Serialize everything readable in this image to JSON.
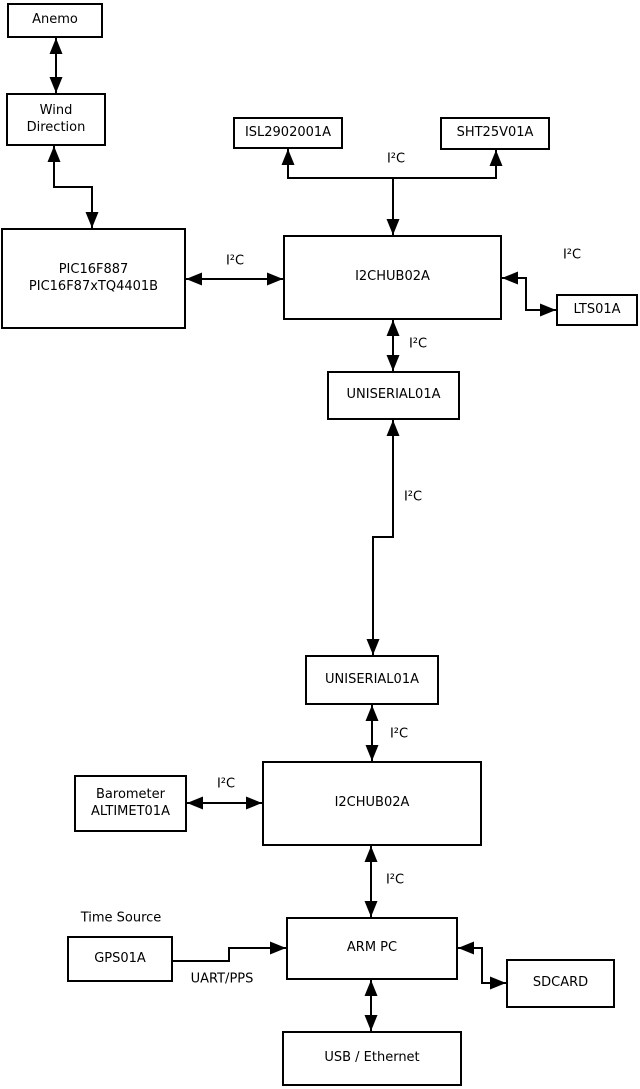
{
  "diagram": {
    "nodes": {
      "anemo": {
        "label": "Anemo"
      },
      "wind_direction": {
        "line1": "Wind",
        "line2": "Direction"
      },
      "pic": {
        "line1": "PIC16F887",
        "line2": "PIC16F87xTQ4401B"
      },
      "isl": {
        "label": "ISL2902001A"
      },
      "sht": {
        "label": "SHT25V01A"
      },
      "i2chub_top": {
        "label": "I2CHUB02A"
      },
      "lts": {
        "label": "LTS01A"
      },
      "uniserial_top": {
        "label": "UNISERIAL01A"
      },
      "uniserial_bottom": {
        "label": "UNISERIAL01A"
      },
      "barometer": {
        "line1": "Barometer",
        "line2": "ALTIMET01A"
      },
      "i2chub_bottom": {
        "label": "I2CHUB02A"
      },
      "gps": {
        "label": "GPS01A"
      },
      "arm_pc": {
        "label": "ARM PC"
      },
      "sdcard": {
        "label": "SDCARD"
      },
      "usb_ethernet": {
        "label": "USB / Ethernet"
      }
    },
    "annotations": {
      "time_source": "Time Source",
      "uart_pps": "UART/PPS"
    },
    "edge_labels": {
      "pic_hub": "I²C",
      "sensor_bus": "I²C",
      "hub_lts": "I²C",
      "hub_uniserial": "I²C",
      "uniserial_link": "I²C",
      "uniserial_hub2": "I²C",
      "barometer_hub2": "I²C",
      "hub2_armpc": "I²C"
    },
    "edges": [
      {
        "from": "Anemo",
        "to": "Wind Direction",
        "arrows": "both",
        "label": ""
      },
      {
        "from": "Wind Direction",
        "to": "PIC16F887 PIC16F87xTQ4401B",
        "arrows": "both",
        "label": ""
      },
      {
        "from": "PIC16F887 PIC16F87xTQ4401B",
        "to": "I2CHUB02A (top)",
        "arrows": "both",
        "label": "I²C"
      },
      {
        "from": "I2CHUB02A (top)",
        "to": "ISL2902001A / SHT25V01A",
        "arrows": "both",
        "label": "I²C"
      },
      {
        "from": "I2CHUB02A (top)",
        "to": "LTS01A",
        "arrows": "both",
        "label": "I²C"
      },
      {
        "from": "I2CHUB02A (top)",
        "to": "UNISERIAL01A (top)",
        "arrows": "both",
        "label": "I²C"
      },
      {
        "from": "UNISERIAL01A (top)",
        "to": "UNISERIAL01A (bottom)",
        "arrows": "both",
        "label": "I²C"
      },
      {
        "from": "UNISERIAL01A (bottom)",
        "to": "I2CHUB02A (bottom)",
        "arrows": "both",
        "label": "I²C"
      },
      {
        "from": "Barometer ALTIMET01A",
        "to": "I2CHUB02A (bottom)",
        "arrows": "both",
        "label": "I²C"
      },
      {
        "from": "I2CHUB02A (bottom)",
        "to": "ARM PC",
        "arrows": "both",
        "label": "I²C"
      },
      {
        "from": "GPS01A",
        "to": "ARM PC",
        "arrows": "to",
        "label": "UART/PPS"
      },
      {
        "from": "ARM PC",
        "to": "SDCARD",
        "arrows": "both",
        "label": ""
      },
      {
        "from": "ARM PC",
        "to": "USB / Ethernet",
        "arrows": "both",
        "label": ""
      }
    ],
    "colors": {
      "line": "#000000",
      "text": "#000000",
      "box_fill": "#ffffff",
      "background": "#ffffff"
    }
  }
}
